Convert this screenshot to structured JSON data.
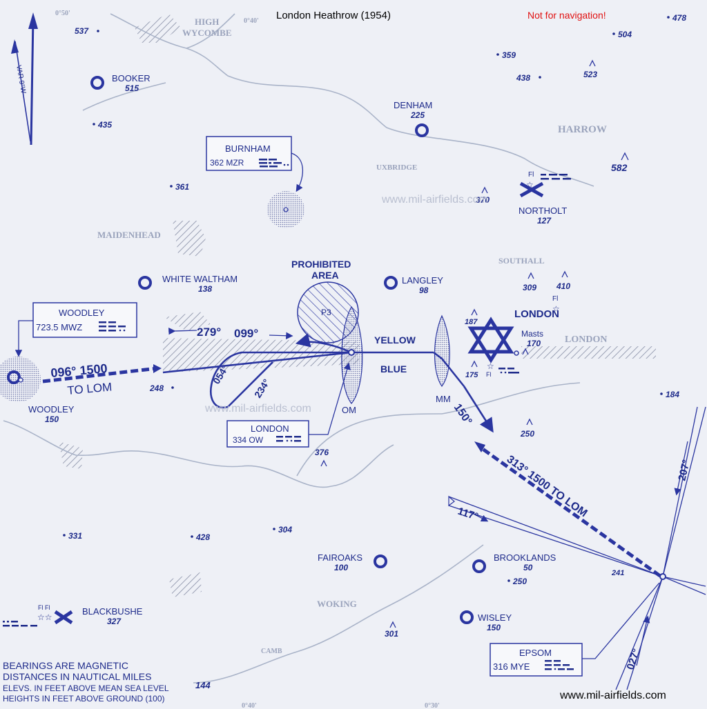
{
  "header": {
    "title": "London Heathrow (1954)",
    "warning": "Not for navigation!"
  },
  "watermarks": {
    "center": "www.mil-airfields.com",
    "bottom": "www.mil-airfields.com"
  },
  "variation": "VAR 9°W",
  "graticule": {
    "top_1": "0°50'",
    "top_2": "0°40'",
    "bottom_1": "0°30'",
    "bottom_2": "0°40'"
  },
  "towns": {
    "high": "HIGH",
    "wycombe": "WYCOMBE",
    "harrow": "HARROW",
    "uxbridge": "UXBRIDGE",
    "maidenhead": "MAIDENHEAD",
    "southall": "SOUTHALL",
    "london": "LONDON",
    "woking": "WOKING",
    "camberley": "CAMB"
  },
  "airfields": {
    "booker": {
      "name": "BOOKER",
      "elev": "515"
    },
    "denham": {
      "name": "DENHAM",
      "elev": "225"
    },
    "northolt": {
      "name": "NORTHOLT",
      "elev": "127",
      "light": "Fl"
    },
    "white_waltham": {
      "name": "WHITE WALTHAM",
      "elev": "138"
    },
    "langley": {
      "name": "LANGLEY",
      "elev": "98"
    },
    "london": {
      "name": "LONDON",
      "masts_label": "Masts",
      "masts_elev": "170",
      "light": "Fl",
      "light_2": "Fl"
    },
    "woodley": {
      "name": "WOODLEY",
      "elev": "150"
    },
    "fairoaks": {
      "name": "FAIROAKS",
      "elev": "100"
    },
    "brooklands": {
      "name": "BROOKLANDS",
      "elev": "50"
    },
    "wisley": {
      "name": "WISLEY",
      "elev": "150"
    },
    "blackbushe": {
      "name": "BLACKBUSHE",
      "elev": "327",
      "light": "Fl Fl"
    }
  },
  "beacons": {
    "burnham": {
      "name": "BURNHAM",
      "freq": "362 MZR"
    },
    "woodley": {
      "name": "WOODLEY",
      "freq": "723.5 MWZ"
    },
    "london": {
      "name": "LONDON",
      "freq": "334 OW"
    },
    "epsom": {
      "name": "EPSOM",
      "freq": "316 MYE"
    }
  },
  "prohibited": {
    "line1": "PROHIBITED",
    "line2": "AREA",
    "id": "P3"
  },
  "markers": {
    "outer": "OM",
    "middle": "MM"
  },
  "routes": {
    "yellow": "YELLOW",
    "blue": "BLUE",
    "inbound_west_1": "096°  1500",
    "inbound_west_2": "TO  LOM",
    "runway_bearing_1": "279°",
    "runway_bearing_2": "099°",
    "proc_out": "054°",
    "proc_in": "234°",
    "mm_bearing": "150°",
    "inbound_se": "313°   1500  TO  LOM",
    "radial_117": "117°",
    "radial_207": "207°",
    "radial_027": "027°"
  },
  "spot_heights": {
    "h537": "537",
    "h435": "435",
    "h361": "361",
    "h248": "248",
    "h331": "331",
    "h428": "428",
    "h304": "304",
    "h376": "376",
    "h301": "301",
    "h250a": "250",
    "h250b": "250",
    "h241": "241",
    "h184": "184",
    "h175": "175",
    "h187": "187",
    "h309": "309",
    "h410": "410",
    "h370": "370",
    "h582": "582",
    "h523": "523",
    "h438": "438",
    "h359": "359",
    "h504": "504",
    "h478": "478",
    "h144": "144"
  },
  "legend": {
    "line1": "BEARINGS ARE MAGNETIC",
    "line2": "DISTANCES IN NAUTICAL MILES",
    "line3": "ELEVS. IN FEET ABOVE MEAN SEA LEVEL",
    "line4": "HEIGHTS IN FEET ABOVE GROUND (100)"
  },
  "colors": {
    "ink": "#1d2a8a",
    "warning": "#e01010",
    "paper": "#eef0f6"
  }
}
